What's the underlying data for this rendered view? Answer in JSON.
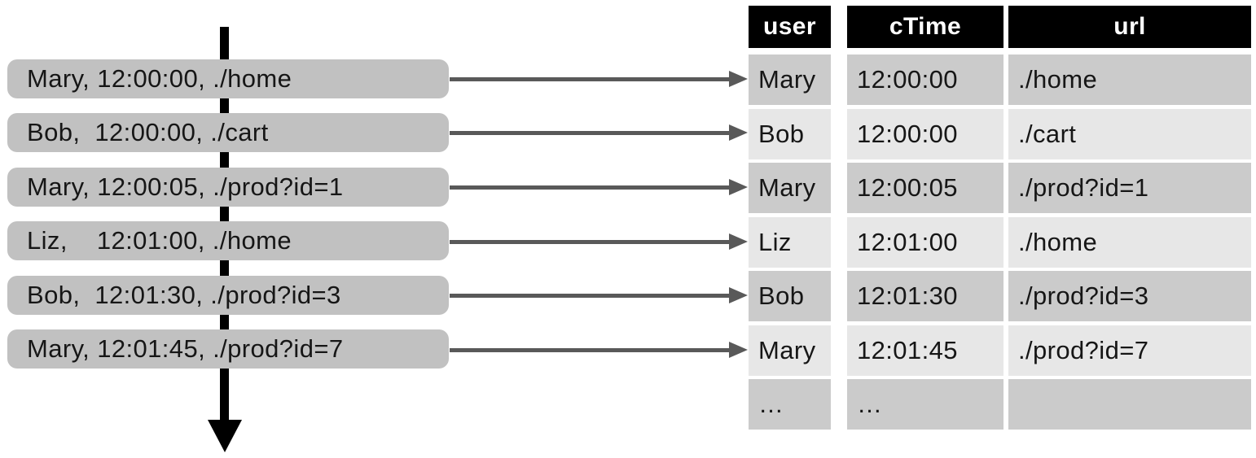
{
  "log_stream": {
    "entries": [
      "Mary, 12:00:00, ./home",
      "Bob,  12:00:00, ./cart",
      "Mary, 12:00:05, ./prod?id=1",
      "Liz,    12:01:00, ./home",
      "Bob,  12:01:30, ./prod?id=3",
      "Mary, 12:01:45, ./prod?id=7"
    ]
  },
  "table": {
    "columns": [
      "user",
      "cTime",
      "url"
    ],
    "rows": [
      [
        "Mary",
        "12:00:00",
        "./home"
      ],
      [
        "Bob",
        "12:00:00",
        "./cart"
      ],
      [
        "Mary",
        "12:00:05",
        "./prod?id=1"
      ],
      [
        "Liz",
        "12:01:00",
        "./home"
      ],
      [
        "Bob",
        "12:01:30",
        "./prod?id=3"
      ],
      [
        "Mary",
        "12:01:45",
        "./prod?id=7"
      ],
      [
        "…",
        "…",
        ""
      ]
    ]
  },
  "icons": {
    "timeline_arrow": "down-arrow",
    "mapping_arrow": "right-arrow"
  },
  "colors": {
    "log_box_fill": "#c1c1c1",
    "table_row_dark": "#cbcbcb",
    "table_row_light": "#e7e7e7",
    "table_header_bg": "#000000",
    "table_header_text": "#ffffff",
    "mapping_arrow": "#595959",
    "timeline_arrow": "#000000",
    "text": "#161616"
  }
}
